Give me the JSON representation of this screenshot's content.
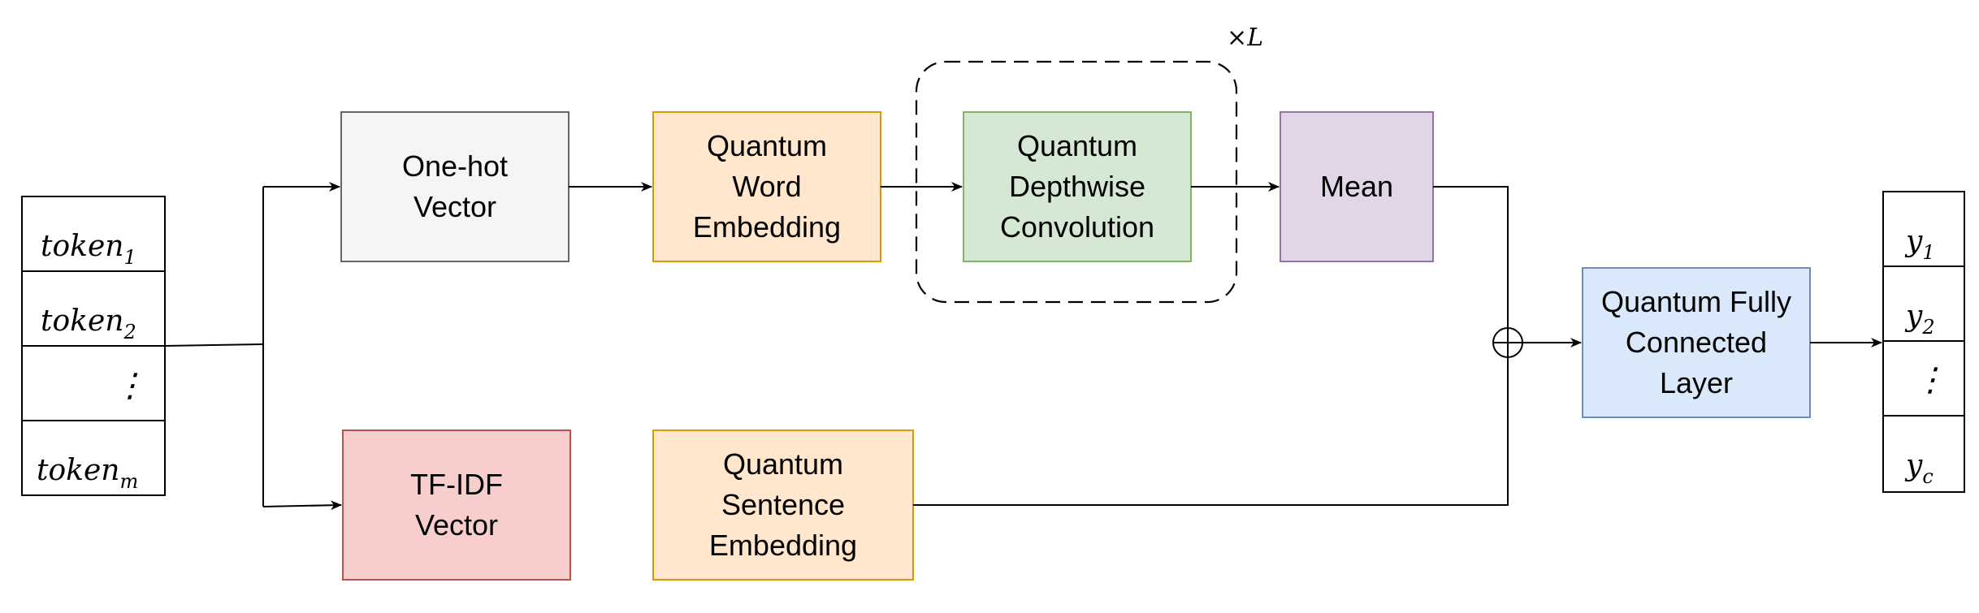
{
  "diagram": {
    "repeat_label": "×L",
    "tokens": {
      "items": [
        {
          "base": "token",
          "sub": "1"
        },
        {
          "base": "token",
          "sub": "2"
        },
        {
          "base": "⋮",
          "sub": ""
        },
        {
          "base": "token",
          "sub": "m"
        }
      ]
    },
    "outputs": {
      "items": [
        {
          "base": "y",
          "sub": "1"
        },
        {
          "base": "y",
          "sub": "2"
        },
        {
          "base": "⋮",
          "sub": ""
        },
        {
          "base": "y",
          "sub": "c"
        }
      ]
    },
    "blocks": {
      "onehot": {
        "lines": [
          "One-hot",
          "Vector"
        ],
        "fill": "#f5f5f5",
        "stroke": "#666666"
      },
      "word_embed": {
        "lines": [
          "Quantum",
          "Word",
          "Embedding"
        ],
        "fill": "#ffe6cc",
        "stroke": "#d79b00"
      },
      "depthwise": {
        "lines": [
          "Quantum",
          "Depthwise",
          "Convolution"
        ],
        "fill": "#d5e8d4",
        "stroke": "#82b366"
      },
      "mean": {
        "lines": [
          "Mean"
        ],
        "fill": "#e1d5e7",
        "stroke": "#9673a6"
      },
      "tfidf": {
        "lines": [
          "TF-IDF",
          "Vector"
        ],
        "fill": "#f8cecc",
        "stroke": "#b85450"
      },
      "sentence_embed": {
        "lines": [
          "Quantum",
          "Sentence",
          "Embedding"
        ],
        "fill": "#ffe6cc",
        "stroke": "#d79b00"
      },
      "fc": {
        "lines": [
          "Quantum Fully",
          "Connected",
          "Layer"
        ],
        "fill": "#dae8fc",
        "stroke": "#6c8ebf"
      }
    }
  }
}
